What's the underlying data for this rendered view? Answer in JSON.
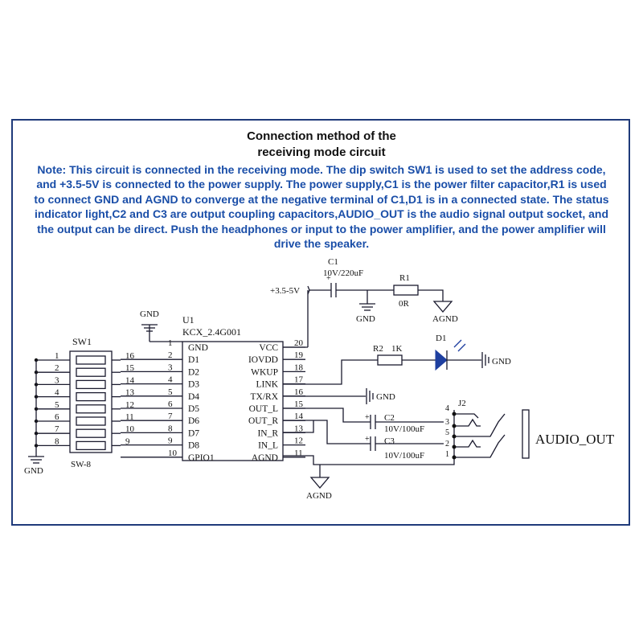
{
  "title_line1": "Connection method of the",
  "title_line2": "receiving mode circuit",
  "note": "Note: This circuit is connected in the receiving mode. The dip switch SW1 is used to set the address code, and +3.5-5V is connected to the power supply. The power supply,C1 is the power filter capacitor,R1 is used to connect GND and AGND to converge at the negative terminal of C1,D1 is in a connected state. The status indicator light,C2 and C3 are output coupling capacitors,AUDIO_OUT is the audio signal output socket, and the output can be direct. Push the headphones or input to the power amplifier, and the power amplifier will drive the speaker.",
  "u1": {
    "ref": "U1",
    "part": "KCX_2.4G001",
    "left_pins": [
      {
        "num": "1",
        "name": "GND"
      },
      {
        "num": "2",
        "name": "D1"
      },
      {
        "num": "3",
        "name": "D2"
      },
      {
        "num": "4",
        "name": "D3"
      },
      {
        "num": "5",
        "name": "D4"
      },
      {
        "num": "6",
        "name": "D5"
      },
      {
        "num": "7",
        "name": "D6"
      },
      {
        "num": "8",
        "name": "D7"
      },
      {
        "num": "9",
        "name": "D8"
      },
      {
        "num": "10",
        "name": "GPIO1"
      }
    ],
    "right_pins": [
      {
        "num": "20",
        "name": "VCC"
      },
      {
        "num": "19",
        "name": "IOVDD"
      },
      {
        "num": "18",
        "name": "WKUP"
      },
      {
        "num": "17",
        "name": "LINK"
      },
      {
        "num": "16",
        "name": "TX/RX"
      },
      {
        "num": "15",
        "name": "OUT_L"
      },
      {
        "num": "14",
        "name": "OUT_R"
      },
      {
        "num": "13",
        "name": "IN_R"
      },
      {
        "num": "12",
        "name": "IN_L"
      },
      {
        "num": "11",
        "name": "AGND"
      }
    ]
  },
  "sw1": {
    "ref": "SW1",
    "part": "SW-8",
    "left_nums": [
      "1",
      "2",
      "3",
      "4",
      "5",
      "6",
      "7",
      "8"
    ],
    "right_nums": [
      "16",
      "15",
      "14",
      "13",
      "12",
      "11",
      "10",
      "9"
    ]
  },
  "labels": {
    "gnd": "GND",
    "agnd": "AGND",
    "vplus": "+3.5-5V",
    "c1": "C1",
    "c1_val": "10V/220uF",
    "r1": "R1",
    "r1_val": "0R",
    "r2": "R2",
    "r2_val": "1K",
    "d1": "D1",
    "c2": "C2",
    "c2_val": "10V/100uF",
    "c3": "C3",
    "c3_val": "10V/100uF",
    "j2": "J2",
    "audio_out": "AUDIO_OUT",
    "plus": "+",
    "j2_pins": [
      "4",
      "3",
      "5",
      "2",
      "1"
    ]
  }
}
